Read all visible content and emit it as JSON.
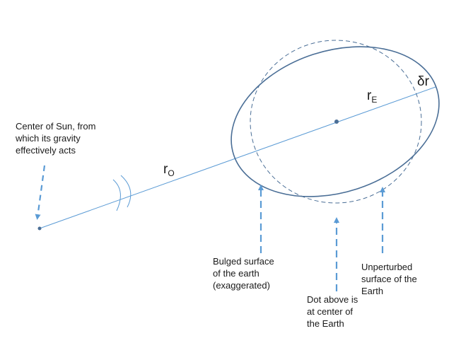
{
  "labels": {
    "sun_center": [
      "Center of Sun, from",
      "which its gravity",
      "effectively acts"
    ],
    "bulged": [
      "Bulged surface",
      "of the earth",
      "(exaggerated)"
    ],
    "dot_center": [
      "Dot above is",
      "at center of",
      "the Earth"
    ],
    "unperturbed": [
      "Unperturbed",
      "surface of the",
      "Earth"
    ]
  },
  "symbols": {
    "r_o_main": "r",
    "r_o_sub": "O",
    "r_e_main": "r",
    "r_e_sub": "E",
    "delta_r": "δr"
  },
  "colors": {
    "ellipse": "#4a6e96",
    "line": "#5b9bd5",
    "arrow": "#5b9bd5",
    "text": "#1a1a1a"
  }
}
